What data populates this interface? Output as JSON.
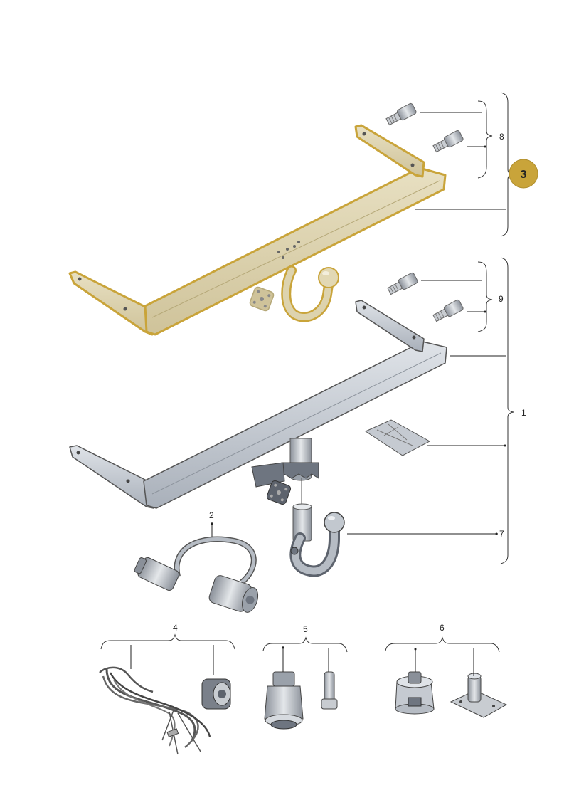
{
  "callouts": {
    "c1": "1",
    "c2": "2",
    "c3": "3",
    "c4": "4",
    "c5": "5",
    "c6": "6",
    "c7": "7",
    "c8": "8",
    "c9": "9"
  },
  "colors": {
    "highlight": "#c9a43a",
    "highlight_fill": "#ddd3ae",
    "part_grey": "#b6bcc4",
    "badge": "#c9a43a"
  }
}
